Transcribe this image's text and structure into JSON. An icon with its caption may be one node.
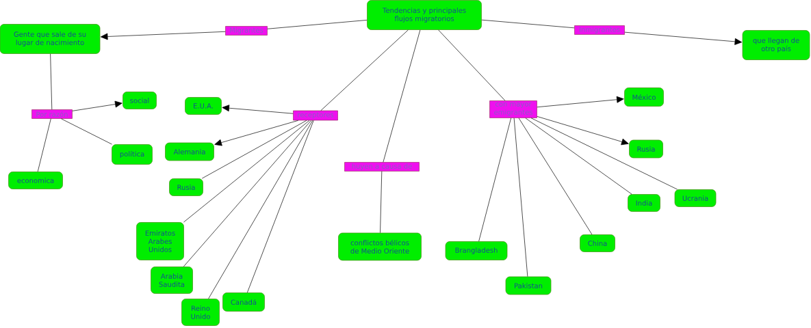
{
  "diagram": {
    "nodes": [
      {
        "text": [
          "Tendencias y principales flujos migratorios"
        ]
      },
      {
        "text": [
          "Migrantes"
        ]
      },
      {
        "text": [
          "Gente que sale de su lugar de nacimiento"
        ]
      },
      {
        "text": [
          "Inmigrantes"
        ]
      },
      {
        "text": [
          "que llegan de otro país"
        ]
      },
      {
        "text": [
          "Por razón"
        ]
      },
      {
        "text": [
          "social"
        ]
      },
      {
        "text": [
          "política"
        ]
      },
      {
        "text": [
          "economica"
        ]
      },
      {
        "text": [
          "receptores"
        ]
      },
      {
        "text": [
          "E.U.A."
        ]
      },
      {
        "text": [
          "Alemania"
        ]
      },
      {
        "text": [
          "Rusia"
        ]
      },
      {
        "text": [
          "Emiratos Arabes Unidos"
        ]
      },
      {
        "text": [
          "Arabia Saudita"
        ]
      },
      {
        "text": [
          "Reino Unido"
        ]
      },
      {
        "text": [
          "Canadá"
        ]
      },
      {
        "text": [
          "huyen a causa de"
        ]
      },
      {
        "text": [
          "conflictos bélicos de Medio Oriente"
        ]
      },
      {
        "text": [
          "con mayor emigrantes"
        ]
      },
      {
        "text": [
          "México"
        ]
      },
      {
        "text": [
          "Rusia"
        ]
      },
      {
        "text": [
          "Ucrania"
        ]
      },
      {
        "text": [
          "India"
        ]
      },
      {
        "text": [
          "China"
        ]
      },
      {
        "text": [
          "Pakistan"
        ]
      },
      {
        "text": [
          "Brangladesh"
        ]
      }
    ],
    "edges": [
      {
        "from": 0,
        "to": 1,
        "arrow": "none"
      },
      {
        "from": 1,
        "to": 2,
        "arrow": "to"
      },
      {
        "from": 0,
        "to": 3,
        "arrow": "none"
      },
      {
        "from": 3,
        "to": 4,
        "arrow": "to"
      },
      {
        "from": 2,
        "to": 5,
        "arrow": "none"
      },
      {
        "from": 5,
        "to": 6,
        "arrow": "to"
      },
      {
        "from": 5,
        "to": 7,
        "arrow": "none"
      },
      {
        "from": 5,
        "to": 8,
        "arrow": "none"
      },
      {
        "from": 0,
        "to": 9,
        "arrow": "none"
      },
      {
        "from": 9,
        "to": 10,
        "arrow": "to"
      },
      {
        "from": 9,
        "to": 11,
        "arrow": "to"
      },
      {
        "from": 9,
        "to": 12,
        "arrow": "none"
      },
      {
        "from": 9,
        "to": 13,
        "arrow": "none"
      },
      {
        "from": 9,
        "to": 14,
        "arrow": "none"
      },
      {
        "from": 9,
        "to": 15,
        "arrow": "none"
      },
      {
        "from": 9,
        "to": 16,
        "arrow": "none"
      },
      {
        "from": 0,
        "to": 17,
        "arrow": "none"
      },
      {
        "from": 17,
        "to": 18,
        "arrow": "none"
      },
      {
        "from": 0,
        "to": 19,
        "arrow": "none"
      },
      {
        "from": 19,
        "to": 20,
        "arrow": "to"
      },
      {
        "from": 19,
        "to": 21,
        "arrow": "to"
      },
      {
        "from": 19,
        "to": 22,
        "arrow": "none"
      },
      {
        "from": 19,
        "to": 23,
        "arrow": "none"
      },
      {
        "from": 19,
        "to": 24,
        "arrow": "none"
      },
      {
        "from": 19,
        "to": 25,
        "arrow": "none"
      },
      {
        "from": 19,
        "to": 26,
        "arrow": "none"
      }
    ]
  }
}
